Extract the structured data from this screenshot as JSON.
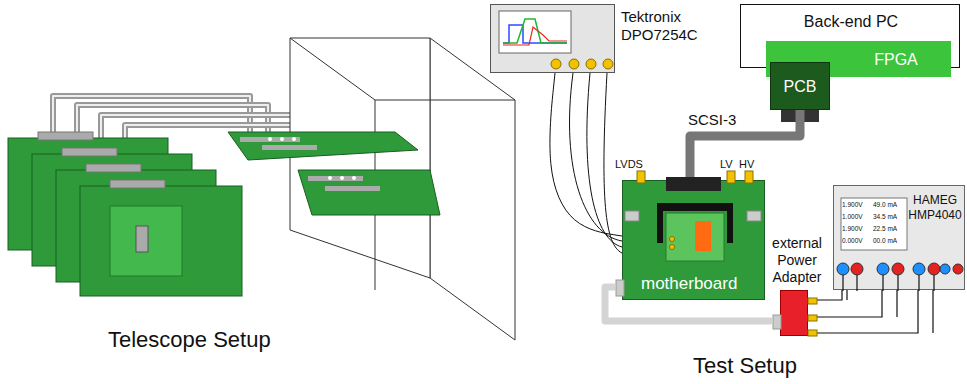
{
  "diagram": {
    "nodes": [
      {
        "text": [
          "Tektronix DPO7254C"
        ]
      },
      {
        "text": [
          "Back-end PC"
        ]
      },
      {
        "text": [
          "FPGA"
        ],
        "in": 1
      },
      {
        "text": [
          "PCB"
        ]
      },
      {
        "text": [
          "motherboard"
        ]
      },
      {
        "text": [
          "external Power Adapter"
        ]
      },
      {
        "text": [
          "HAMEG HMP4040"
        ]
      }
    ],
    "edges": [
      {
        "from": 3,
        "to": 4,
        "arrow": "none",
        "label": "SCSI-3"
      },
      {
        "from": 0,
        "to": 4,
        "arrow": "none"
      },
      {
        "from": 5,
        "to": 4,
        "arrow": "none"
      },
      {
        "from": 6,
        "to": 5,
        "arrow": "none"
      }
    ],
    "labels": [
      "LVDS",
      "LV",
      "HV",
      "1.900V",
      "49.0 mA",
      "1.000V",
      "34.5 mA",
      "1.900V",
      "22.5 mA",
      "0.000V",
      "00.0 mA",
      "Telescope Setup",
      "Test Setup"
    ]
  }
}
